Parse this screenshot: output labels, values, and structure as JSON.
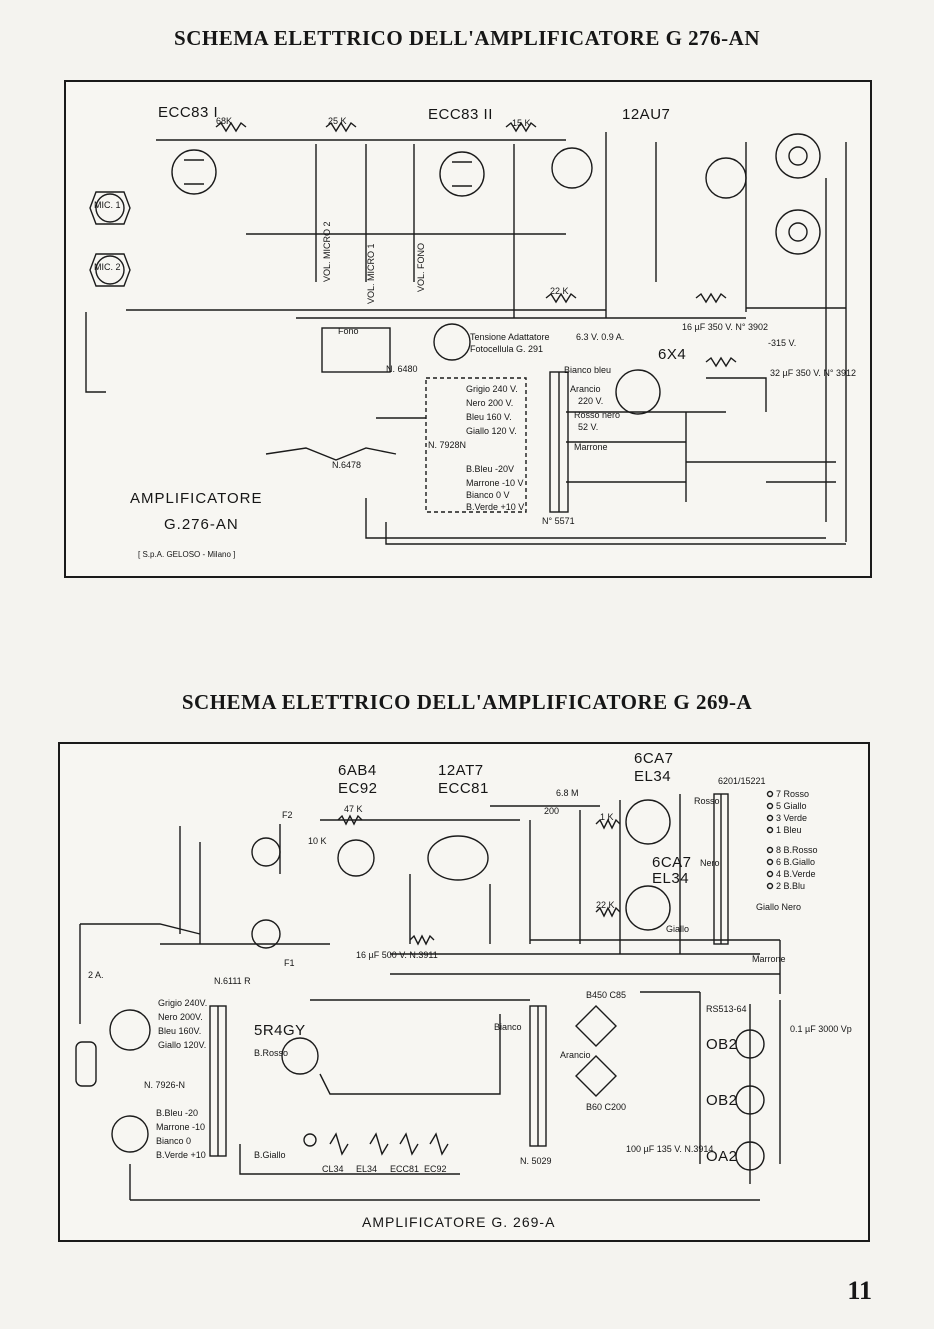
{
  "page": {
    "title_top": "SCHEMA ELETTRICO DELL'AMPLIFICATORE G 276-AN",
    "title_bottom": "SCHEMA ELETTRICO DELL'AMPLIFICATORE G 269-A",
    "page_number": "11"
  },
  "top": {
    "tubes": [
      "ECC83 I",
      "ECC83 II",
      "12AU7",
      "6X4"
    ],
    "caption_line1": "AMPLIFICATORE",
    "caption_line2": "G.276-AN",
    "credit": "[ S.p.A. GELOSO - Milano ]",
    "labels": {
      "mic1": "MIC. 1",
      "mic2": "MIC. 2",
      "vol_micro2": "VOL. MICRO 2",
      "vol_micro1": "VOL. MICRO 1",
      "vol_fono": "VOL. FONO",
      "fono": "Fono",
      "n6480": "N. 6480",
      "tensione": "Tensione Adattatore",
      "fotocellula": "Fotocellula G. 291",
      "bianco_bleu": "Bianco bleu",
      "arancio": "Arancio",
      "v220": "220 V.",
      "rosso_nero": "Rosso nero",
      "v52": "52 V.",
      "marrone": "Marrone",
      "grigio": "Grigio 240 V.",
      "nero": "Nero 200 V.",
      "bleu": "Bleu 160 V.",
      "giallo": "Giallo 120 V.",
      "bbleu": "B.Bleu -20V",
      "marrone10": "Marrone -10 V",
      "bianco0": "Bianco 0 V",
      "bverde": "B.Verde +10 V",
      "n7928": "N. 7928N",
      "n6478": "N.6478",
      "n5571": "N° 5571",
      "r68k": "68K",
      "r25k": "25 K",
      "r15k": "15 K",
      "r22k": "22 K",
      "c16uf": "16 µF 350 V. N° 3902",
      "c32uf": "32 µF 350 V. N° 3912",
      "v315": "-315 V.",
      "v63": "6.3 V. 0.9 A."
    }
  },
  "bottom": {
    "tubes": [
      "6AB4",
      "EC92",
      "12AT7",
      "ECC81",
      "6CA7",
      "EL34",
      "6CA7",
      "EL34",
      "5R4GY"
    ],
    "caption": "AMPLIFICATORE G. 269-A",
    "transformer_out": "6201/15221",
    "out_taps": [
      "7 Rosso",
      "5 Giallo",
      "3 Verde",
      "1 Bleu",
      "8 B.Rosso",
      "6 B.Giallo",
      "4 B.Verde",
      "2 B.Blu"
    ],
    "mains_taps": [
      "Grigio 240V.",
      "Nero 200V.",
      "Bleu 160V.",
      "Giallo 120V."
    ],
    "low_taps": [
      "B.Bleu -20",
      "Marrone -10",
      "Bianco 0",
      "B.Verde +10"
    ],
    "labels": {
      "n6111": "N.6111 R",
      "n7926": "N. 7926-N",
      "n5029": "N. 5029",
      "rs": "RS513-64",
      "ob2a": "OB2",
      "ob2b": "OB2",
      "oa2": "OA2",
      "b450": "B450 C85",
      "b60": "B60 C200",
      "arancio": "Arancio",
      "bianco": "Bianco",
      "rosso": "Rosso",
      "nero": "Nero",
      "giallo": "Giallo",
      "marrone": "Marrone",
      "giallo_nero": "Giallo Nero",
      "bgiallo": "B.Giallo",
      "brosso": "B.Rosso",
      "heaters": [
        "CL34",
        "EL34",
        "ECC81",
        "EC92"
      ],
      "fuse": "2 A.",
      "f1": "F1",
      "f2": "F2",
      "c01": "0.1 µF 3000 Vp",
      "c100": "100 µF 135 V. N.3914",
      "c16": "16 µF 500 V. N.3911",
      "r47k": "47 K",
      "r10k": "10 K",
      "r1k": "1 K",
      "r22k": "22 K",
      "c200": "200",
      "r68": "6.8 M"
    }
  }
}
